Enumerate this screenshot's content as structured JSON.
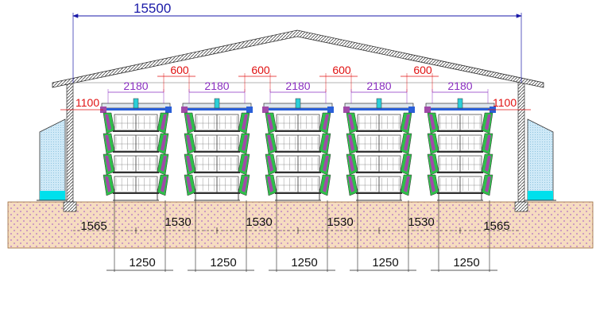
{
  "dimensions": {
    "overall_width": "15500",
    "side_gap": "1100",
    "cage_width": "2180",
    "aisle_top": "600",
    "floor_edge": "1565",
    "floor_between": "1530",
    "cage_base": "1250"
  },
  "colors": {
    "overall_dim": "#1a1aa8",
    "cage_dim": "#8a2fc0",
    "aisle_dim": "#e01010",
    "floor_dim": "#111111",
    "roof_hatch": "#555555",
    "floor_fill": "#f6dcc0",
    "floor_dots": "#b06cc4",
    "shed_fill": "#cfe9f7",
    "shed_cyan": "#00e0ec",
    "cage_green": "#2fbf4a",
    "cage_purple": "#a04aa8",
    "cage_blue": "#2a5fd8",
    "cage_cyan": "#2ccfd8"
  },
  "layout": {
    "cage_count": 5
  }
}
